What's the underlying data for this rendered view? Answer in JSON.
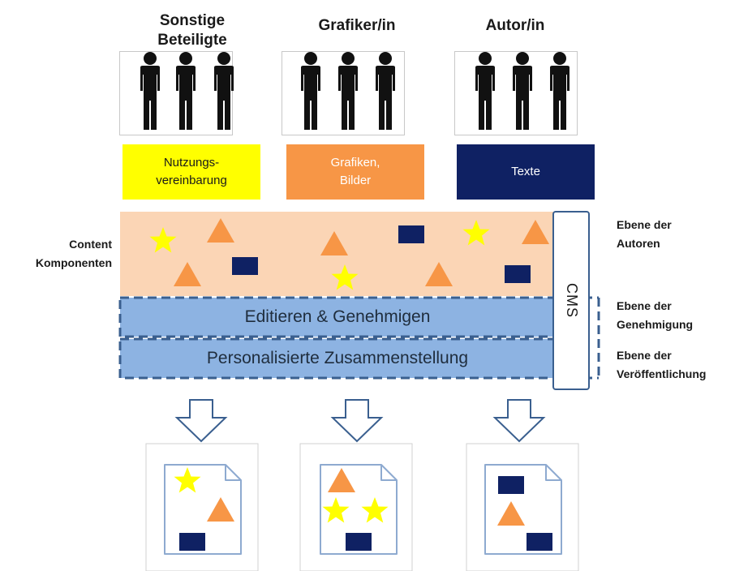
{
  "columns": [
    {
      "title": "Sonstige Beteiligte",
      "tag": "Nutzungs-\nvereinbarung",
      "tag_color": "#ffff00",
      "tag_text_color": "#1a1a1a"
    },
    {
      "title": "Grafiker/in",
      "tag": "Grafiken,\nBilder",
      "tag_color": "#f79646",
      "tag_text_color": "#ffffff"
    },
    {
      "title": "Autor/in",
      "tag": "Texte",
      "tag_color": "#0f2163",
      "tag_text_color": "#ffffff"
    }
  ],
  "left_label": "Content\nKomponenten",
  "cms_label": "CMS",
  "bands": {
    "edit": "Editieren & Genehmigen",
    "publish": "Personalisierte Zusammenstellung"
  },
  "levels": {
    "authors": "Ebene der\nAutoren",
    "approval": "Ebene der\nGenehmigung",
    "publication": "Ebene der\nVeröffentlichung"
  },
  "colors": {
    "content_area": "#fbd5b5",
    "band_fill": "#8db3e2",
    "band_border": "#3a5f8f",
    "star": "#ffff00",
    "triangle": "#f79646",
    "square": "#0f2163",
    "person": "#111111"
  },
  "icons": [
    "person-icon",
    "star-icon",
    "triangle-icon",
    "square-icon",
    "down-arrow-icon",
    "document-icon"
  ]
}
